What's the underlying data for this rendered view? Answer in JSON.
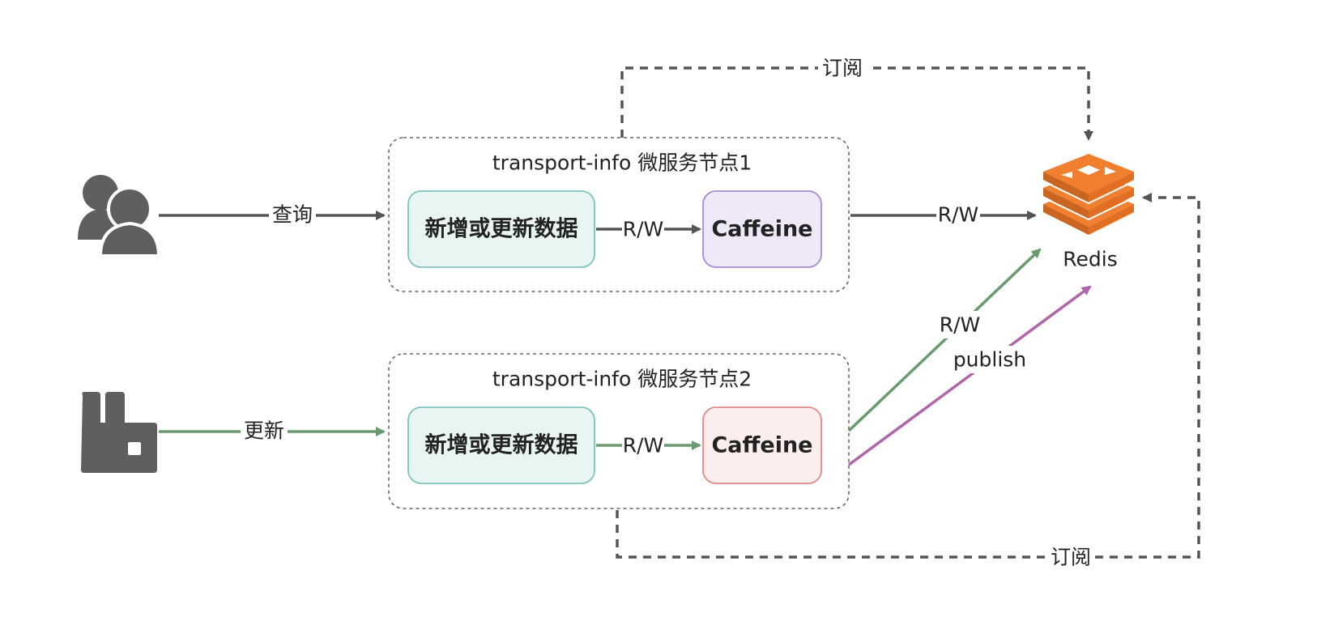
{
  "colors": {
    "gray_line": "#555555",
    "green_line": "#6a9a6f",
    "purple_line": "#b064a9",
    "teal_fill": "#e8f5f3",
    "teal_stroke": "#80c2bc",
    "lavender_fill": "#efe8f8",
    "lavender_stroke": "#a68bd6",
    "pink_fill": "#fbeeec",
    "pink_stroke": "#e08a86",
    "redis_orange": "#f08030",
    "icon_gray": "#5f5f5f"
  },
  "icons": {
    "users": "users-icon",
    "mq": "rabbitmq-icon",
    "redis": "redis-icon"
  },
  "nodes": {
    "node1": {
      "title": "transport-info 微服务节点1",
      "data_box": "新增或更新数据",
      "cache_box": "Caffeine"
    },
    "node2": {
      "title": "transport-info 微服务节点2",
      "data_box": "新增或更新数据",
      "cache_box": "Caffeine"
    },
    "redis": {
      "label": "Redis"
    }
  },
  "edges": {
    "query": "查询",
    "update": "更新",
    "node1_internal_rw": "R/W",
    "node2_internal_rw": "R/W",
    "node1_redis_rw": "R/W",
    "node2_redis_rw": "R/W",
    "node2_redis_publish": "publish",
    "subscribe_top": "订阅",
    "subscribe_bottom": "订阅"
  }
}
